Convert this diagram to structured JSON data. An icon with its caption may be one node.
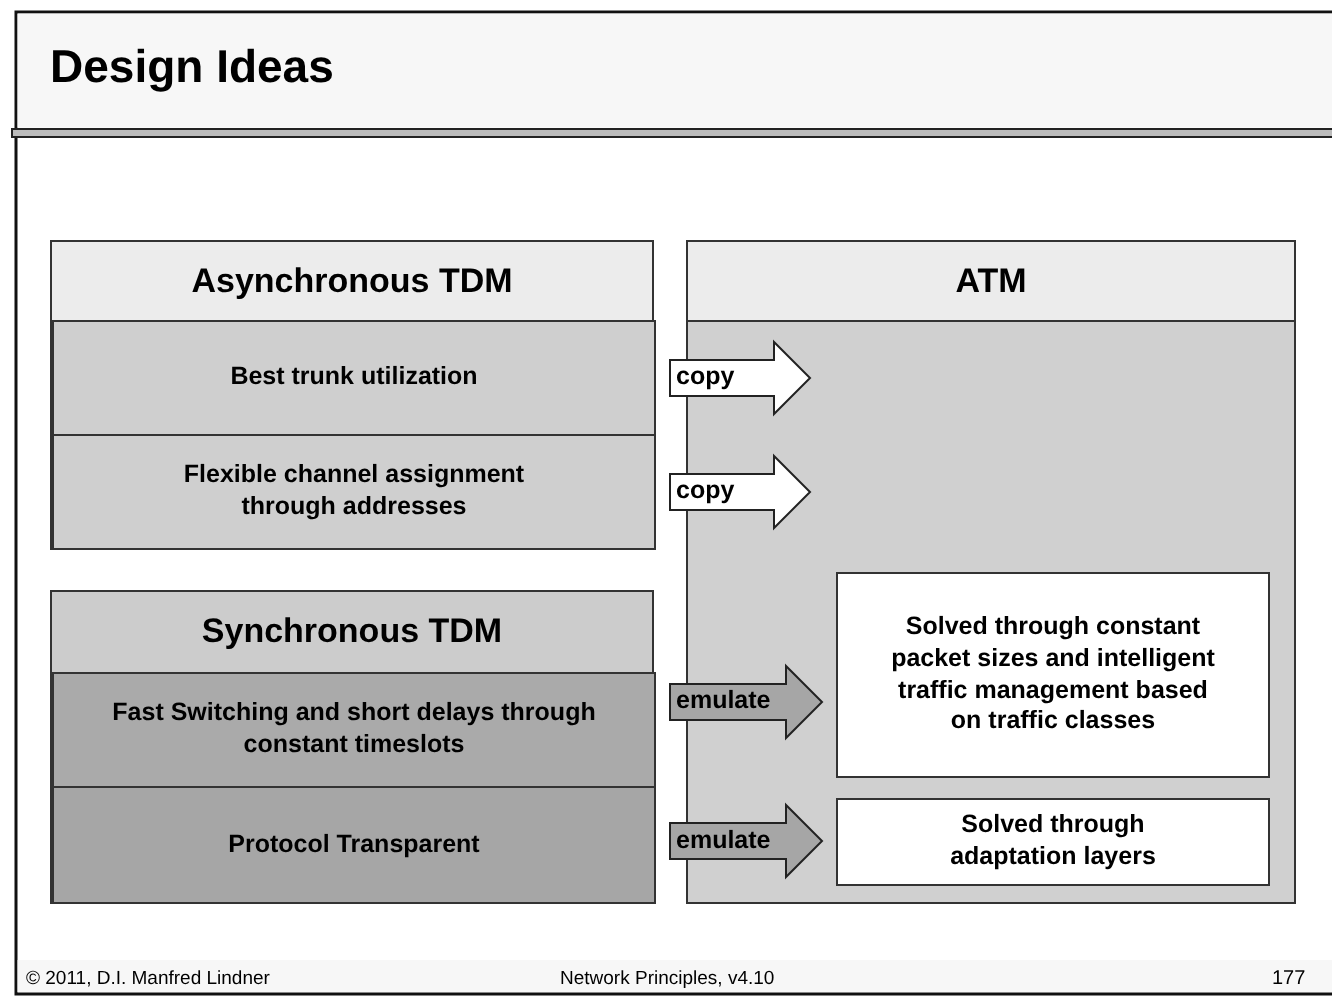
{
  "diagram": {
    "title": "Design Ideas",
    "nodes": [
      {
        "text": [
          "Asynchronous TDM"
        ]
      },
      {
        "text": [
          "Best trunk utilization"
        ],
        "in": 0
      },
      {
        "text": [
          "Flexible channel assignment through addresses"
        ],
        "in": 0
      },
      {
        "text": [
          "ATM"
        ]
      },
      {
        "text": [
          "Synchronous TDM"
        ]
      },
      {
        "text": [
          "Fast Switching and short delays through constant timeslots"
        ],
        "in": 4
      },
      {
        "text": [
          "Protocol Transparent"
        ],
        "in": 4
      },
      {
        "text": [
          "Solved through constant packet sizes and intelligent traffic management based on traffic classes"
        ],
        "in": 3
      },
      {
        "text": [
          "Solved through adaptation layers"
        ],
        "in": 3
      }
    ],
    "edges": [
      {
        "from": 1,
        "to": 3,
        "arrow": "to",
        "label": "copy"
      },
      {
        "from": 2,
        "to": 3,
        "arrow": "to",
        "label": "copy"
      },
      {
        "from": 5,
        "to": 7,
        "arrow": "to",
        "label": "emulate",
        "color": "#a6a6a6"
      },
      {
        "from": 6,
        "to": 8,
        "arrow": "to",
        "label": "emulate",
        "color": "#a6a6a6"
      }
    ],
    "labels": [
      "© 2011, D.I. Manfred Lindner",
      "Network Principles, v4.10",
      "177"
    ]
  }
}
